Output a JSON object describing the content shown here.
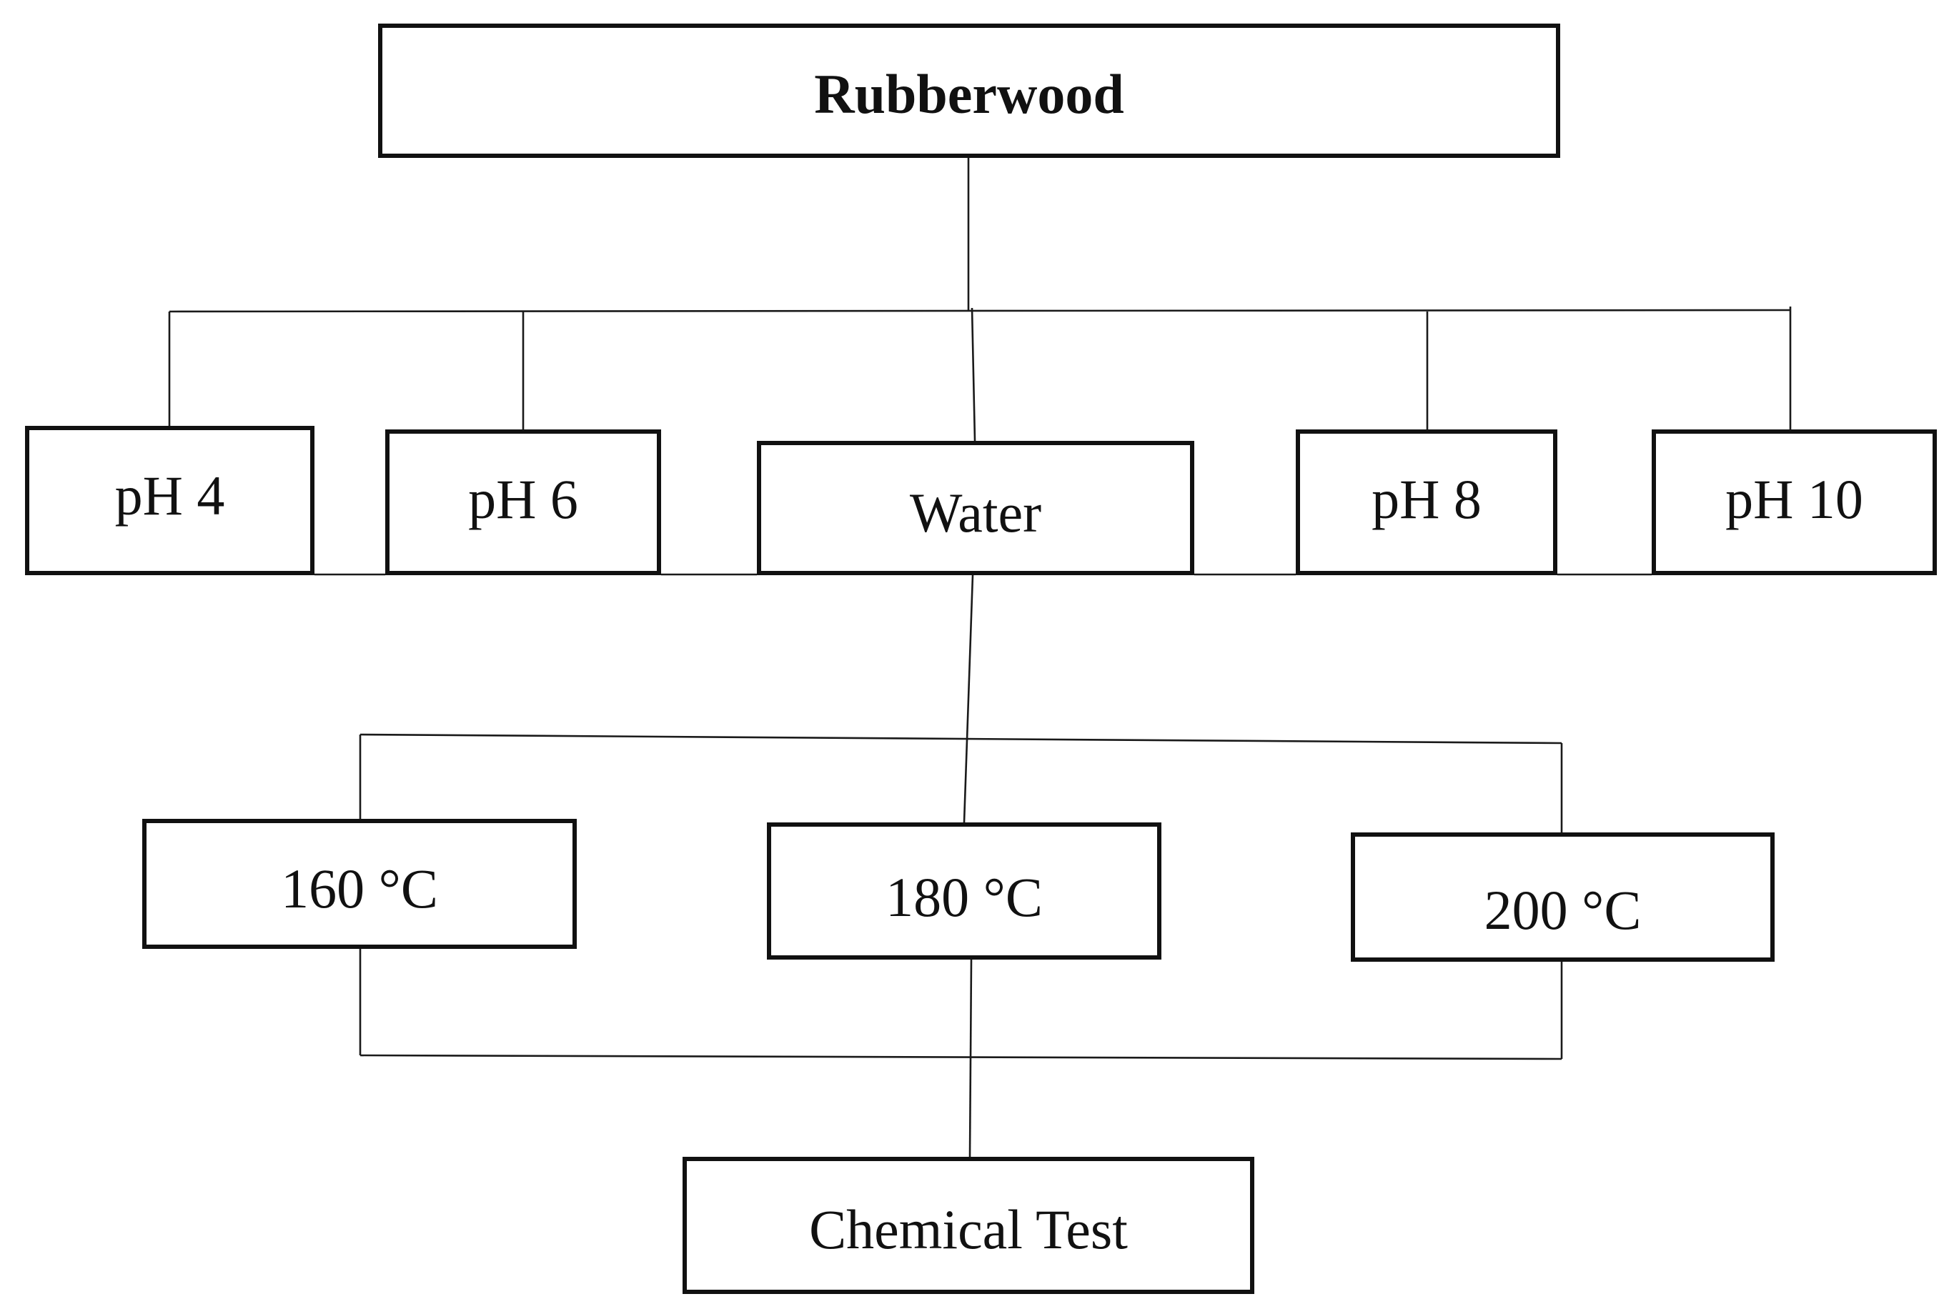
{
  "nodes": {
    "root": "Rubberwood",
    "treatments": [
      "pH 4",
      "pH 6",
      "Water",
      "pH 8",
      "pH 10"
    ],
    "temperatures": [
      "160 °C",
      "180 °C",
      "200 °C"
    ],
    "result": "Chemical Test"
  },
  "colors": {
    "stroke": "#111111",
    "background": "#ffffff",
    "text": "#111111"
  }
}
